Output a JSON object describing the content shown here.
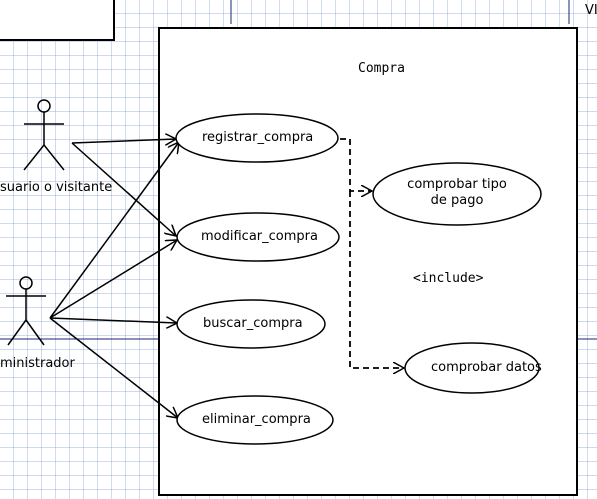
{
  "corner_text": "VI",
  "system": {
    "title": "Compra"
  },
  "actors": [
    {
      "label": "suario o visitante"
    },
    {
      "label": "ministrador"
    }
  ],
  "use_cases": [
    {
      "label": "registrar_compra"
    },
    {
      "label": "modificar_compra"
    },
    {
      "label": "buscar_compra"
    },
    {
      "label": "eliminar_compra"
    }
  ],
  "included_cases": [
    {
      "line1": "comprobar tipo",
      "line2": "de pago"
    },
    {
      "label": "comprobar datos"
    }
  ],
  "include_label": "<include>"
}
